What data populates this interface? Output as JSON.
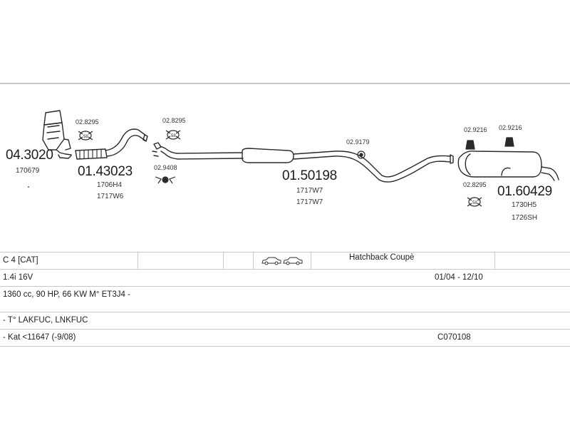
{
  "parts": {
    "p1": {
      "number": "04.3020",
      "codes": [
        "170679"
      ]
    },
    "p2": {
      "number": "01.43023",
      "codes": [
        "1706H4",
        "1717W6"
      ]
    },
    "p3": {
      "number": "01.50198",
      "codes": [
        "1717W7",
        "1717W7"
      ]
    },
    "p4": {
      "number": "01.60429",
      "codes": [
        "1730H5",
        "1726SH"
      ]
    }
  },
  "fittings": {
    "f1": "02.8295",
    "f2": "02.8295",
    "f3": "02.9408",
    "f4": "02.9179",
    "f5": "02.9216",
    "f6": "02.9216",
    "f7": "02.8295"
  },
  "vehicle": {
    "model": "C 4  [CAT]",
    "body": "Hatchback Coupè",
    "engine": "1.4i 16V",
    "years": "01/04 - 12/10",
    "spec": "1360 cc, 90 HP, 66 KW M° ET3J4 -",
    "types": "- T° LAKFUC, LNKFUC",
    "kat": "- Kat <11647 (-9/08)",
    "code": "C070108"
  },
  "icons": {
    "car": "car-icon",
    "clamp": "clamp-icon",
    "hanger": "rubber-hanger-icon"
  },
  "colors": {
    "line": "#2a2a2a",
    "rule": "#c8c8c8"
  }
}
